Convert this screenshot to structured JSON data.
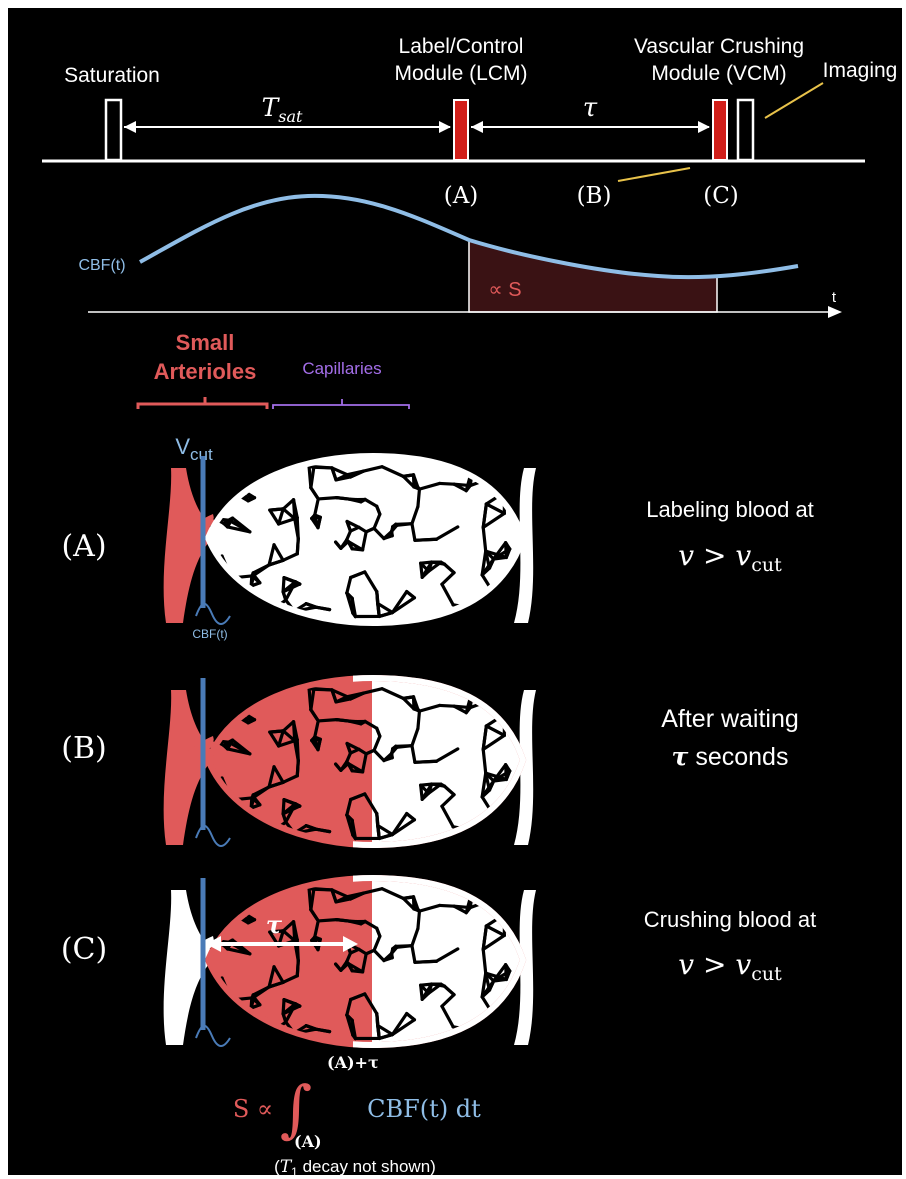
{
  "sequence": {
    "saturation_label": "Saturation",
    "tsat_symbol": "T",
    "tsat_sub": "sat",
    "lcm_line1": "Label/Control",
    "lcm_line2": "Module (LCM)",
    "tau_symbol": "τ",
    "vcm_line1": "Vascular Crushing",
    "vcm_line2": "Module (VCM)",
    "imaging_label": "Imaging",
    "marker_a": "(A)",
    "marker_b": "(B)",
    "marker_c": "(C)"
  },
  "cbf_plot": {
    "curve_label": "CBF(t)",
    "area_label": "∝ S",
    "axis_label": "t"
  },
  "vessels": {
    "arterioles_line1": "Small",
    "arterioles_line2": "Arterioles",
    "capillaries_label": "Capillaries",
    "vcut_main": "V",
    "vcut_sub": "cut",
    "small_cbf_label": "CBF(t)"
  },
  "rows": [
    {
      "letter": "(A)",
      "desc_line1": "Labeling blood at",
      "desc_v": "v",
      "desc_op": ">",
      "desc_vc": "v",
      "desc_vc_sub": "cut"
    },
    {
      "letter": "(B)",
      "desc_line1": "After waiting",
      "desc_tau": "τ",
      "desc_rest": "seconds"
    },
    {
      "letter": "(C)",
      "desc_line1": "Crushing blood at",
      "desc_v": "v",
      "desc_op": ">",
      "desc_vc": "v",
      "desc_vc_sub": "cut",
      "tau_arrow_label": "τ"
    }
  ],
  "formula": {
    "lhs": "S ∝",
    "integral": "∫",
    "upper": "(A)+τ",
    "lower": "(A)",
    "integrand": "CBF(t) dt",
    "note_open": "(",
    "note_t": "T",
    "note_sub": "1",
    "note_rest": " decay not shown)"
  },
  "colors": {
    "background": "#000000",
    "label_red": "#e0201e",
    "blood_red": "#e05a5a",
    "cbf_blue": "#8fbde6",
    "vcut_blue": "#4a7bb7",
    "capillary_purple": "#a36ee8",
    "imaging_line": "#e8c24a",
    "area_fill": "#3a1214"
  }
}
